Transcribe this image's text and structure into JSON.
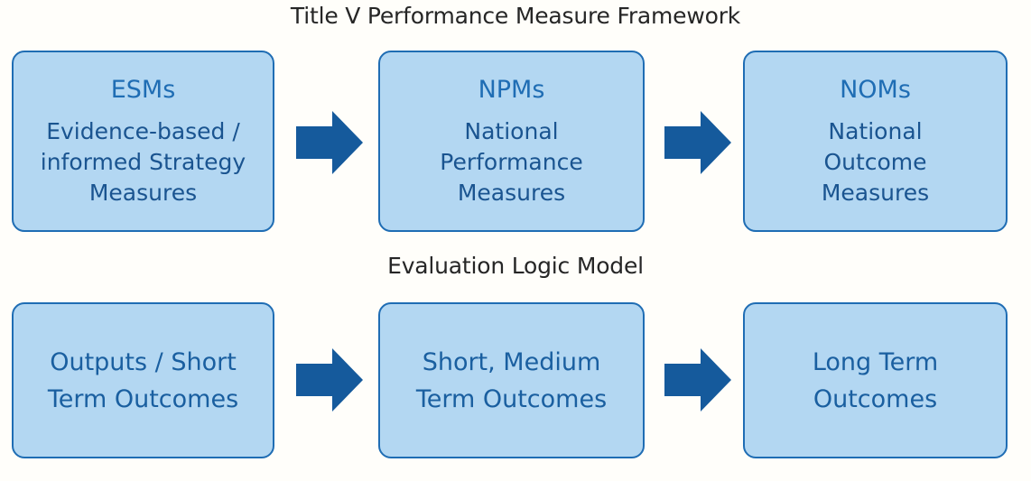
{
  "page": {
    "background_color": "#FFFEFA"
  },
  "colors": {
    "box_fill": "#B3D7F2",
    "box_border": "#1F6DB4",
    "heading_text": "#1F6DB4",
    "body_text": "#1A5490",
    "arrow_fill": "#155A9C",
    "title_text": "#262626"
  },
  "sections": [
    {
      "id": "framework",
      "title": "Title V Performance Measure Framework",
      "nodes": [
        {
          "id": "esms",
          "heading": "ESMs",
          "body": "Evidence-based /\ninformed Strategy\nMeasures"
        },
        {
          "id": "npms",
          "heading": "NPMs",
          "body": "National\nPerformance\nMeasures"
        },
        {
          "id": "noms",
          "heading": "NOMs",
          "body": "National\nOutcome\nMeasures"
        }
      ],
      "connectors": [
        {
          "id": "esms-to-npms",
          "icon": "right-block-arrow-icon"
        },
        {
          "id": "npms-to-noms",
          "icon": "right-block-arrow-icon"
        }
      ]
    },
    {
      "id": "logic-model",
      "title": "Evaluation Logic Model",
      "nodes": [
        {
          "id": "outputs-short-term",
          "heading": "",
          "body": "Outputs / Short\nTerm Outcomes"
        },
        {
          "id": "short-medium-term",
          "heading": "",
          "body": "Short, Medium\nTerm Outcomes"
        },
        {
          "id": "long-term",
          "heading": "",
          "body": "Long Term\nOutcomes"
        }
      ],
      "connectors": [
        {
          "id": "outputs-to-medium",
          "icon": "right-block-arrow-icon"
        },
        {
          "id": "medium-to-long",
          "icon": "right-block-arrow-icon"
        }
      ]
    }
  ]
}
